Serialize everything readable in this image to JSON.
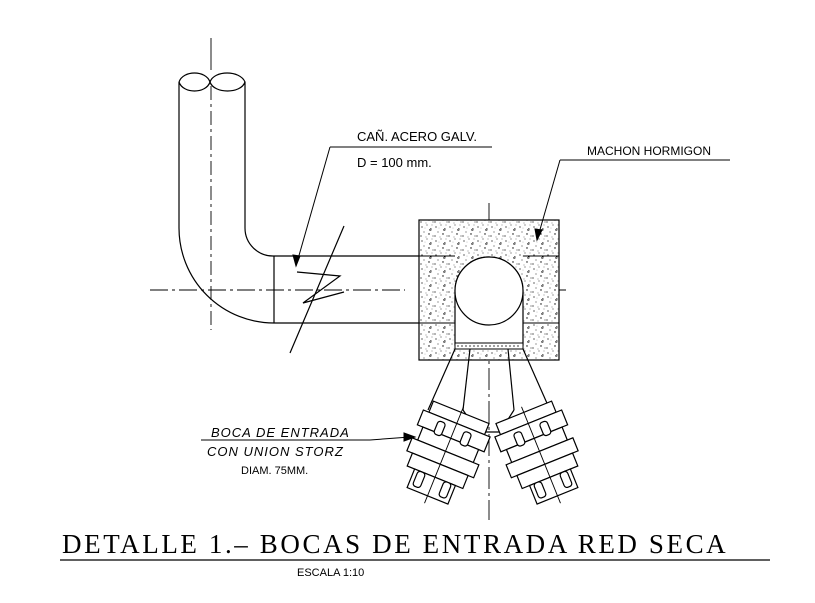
{
  "labels": {
    "pipe_material": "CAÑ. ACERO GALV.",
    "pipe_diameter": "D = 100 mm.",
    "concrete_block": "MACHON HORMIGON",
    "inlet_line1": "BOCA DE ENTRADA",
    "inlet_line2": "CON UNION STORZ",
    "inlet_diameter": "DIAM. 75MM."
  },
  "title": "DETALLE 1.– BOCAS DE ENTRADA RED SECA",
  "scale": "ESCALA 1:10"
}
